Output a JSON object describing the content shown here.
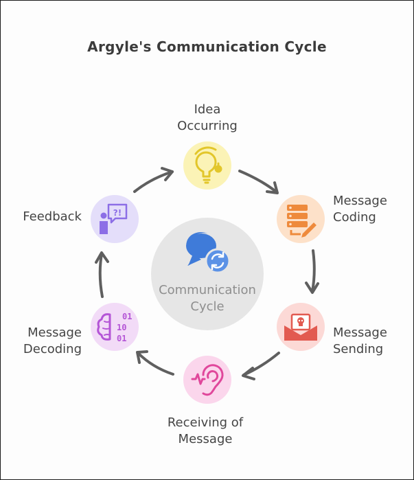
{
  "title": "Argyle's Communication Cycle",
  "center": {
    "line1": "Communication",
    "line2": "Cycle",
    "icon": "chat-refresh-icon"
  },
  "stages": [
    {
      "id": "idea",
      "line1": "Idea",
      "line2": "Occurring",
      "icon": "lightbulb-icon",
      "fill": "#fbf3b6",
      "color": "#e2c62a"
    },
    {
      "id": "coding",
      "line1": "Message",
      "line2": "Coding",
      "icon": "server-edit-icon",
      "fill": "#fde1c9",
      "color": "#ee8a3c"
    },
    {
      "id": "sending",
      "line1": "Message",
      "line2": "Sending",
      "icon": "envelope-icon",
      "fill": "#fcd9d6",
      "color": "#e25a50"
    },
    {
      "id": "receiving",
      "line1": "Receiving of",
      "line2": "Message",
      "icon": "ear-icon",
      "fill": "#fbd6ec",
      "color": "#e0479b"
    },
    {
      "id": "decoding",
      "line1": "Message",
      "line2": "Decoding",
      "icon": "brain-binary-icon",
      "fill": "#f2dbf7",
      "color": "#b455d6"
    },
    {
      "id": "feedback",
      "line1": "Feedback",
      "line2": "",
      "icon": "person-question-icon",
      "fill": "#e4defa",
      "color": "#8c6ee6"
    }
  ],
  "binary": {
    "row1": "01",
    "row2": "10",
    "row3": "01"
  },
  "feedback_glyph": "?!",
  "colors": {
    "arrow": "#5f5f5f",
    "center_fill": "#e6e6e6",
    "chat_front": "#3f7bd9",
    "chat_back": "#5c92e6"
  }
}
